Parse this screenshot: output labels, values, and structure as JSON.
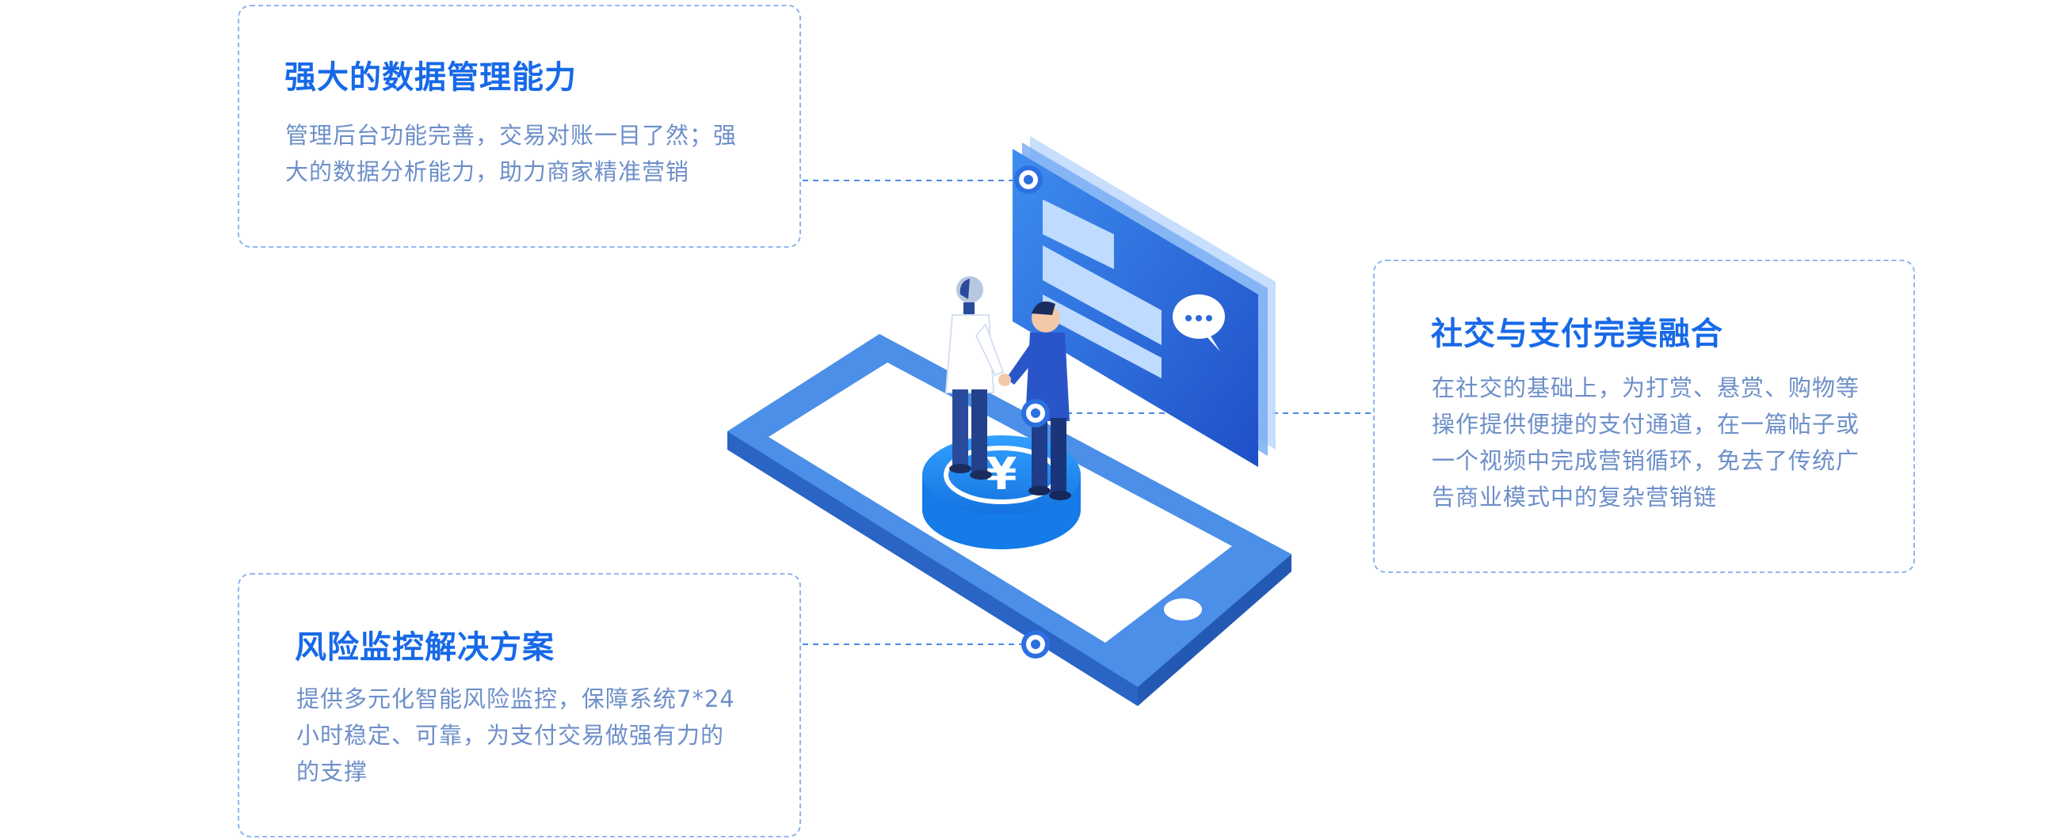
{
  "colors": {
    "title": "#1769e8",
    "description": "#6d8fc9",
    "card_border": "#8fb6ef",
    "connector": "#4a8ae6",
    "phone_body": "#4b8fe8",
    "phone_side": "#2e6fd6",
    "phone_screen": "#ffffff",
    "panel": "#2a6bdc",
    "coin": "#1f8df5"
  },
  "cards": [
    {
      "id": "data",
      "title": "强大的数据管理能力",
      "lines": [
        "管理后台功能完善，交易对账一目了然；强",
        "大的数据分析能力，助力商家精准营销"
      ]
    },
    {
      "id": "social",
      "title": "社交与支付完美融合",
      "lines": [
        "在社交的基础上，为打赏、悬赏、购物等",
        "操作提供便捷的支付通道，在一篇帖子或",
        "一个视频中完成营销循环，免去了传统广",
        "告商业模式中的复杂营销链"
      ]
    },
    {
      "id": "risk",
      "title": "风险监控解决方案",
      "lines": [
        "提供多元化智能风险监控，保障系统7*24",
        "小时稳定、可靠，为支付交易做强有力的",
        "的支撑"
      ]
    }
  ],
  "illustration": {
    "icons": [
      "phone-icon",
      "info-panel-icon",
      "chat-bubble-icon",
      "yuan-coin-icon",
      "handshake-people-icon"
    ],
    "coin_symbol": "¥"
  }
}
